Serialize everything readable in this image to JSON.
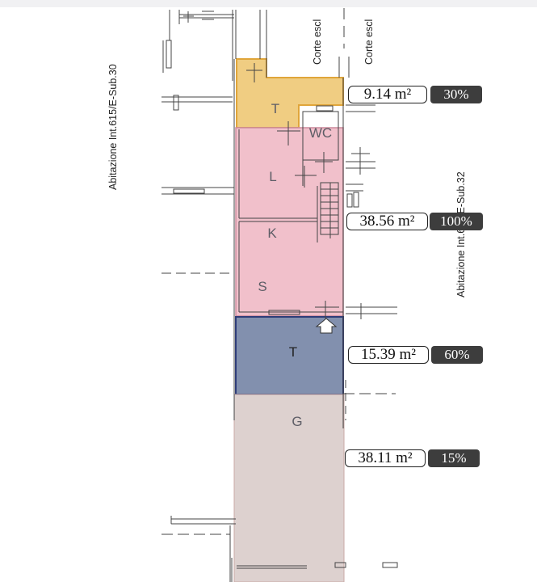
{
  "labels": {
    "left_unit": "Abitazione Int.615/E-Sub.30",
    "right_unit": "Abitazione Int.619/E-Sub.32",
    "corte_left": "Corte escl",
    "corte_right": "Corte escl"
  },
  "rooms": {
    "terrace_top": "T",
    "wc": "WC",
    "living": "L",
    "kitchen": "K",
    "stair": "S",
    "terrace_blue": "T",
    "garden": "G"
  },
  "zones": [
    {
      "area": "9.14 m²",
      "percent": "30%",
      "color": "#f0cd82"
    },
    {
      "area": "38.56 m²",
      "percent": "100%",
      "color": "#f1c0cb"
    },
    {
      "area": "15.39 m²",
      "percent": "60%",
      "color": "#8290ae"
    },
    {
      "area": "38.11 m²",
      "percent": "15%",
      "color": "#ddd1cf"
    }
  ]
}
